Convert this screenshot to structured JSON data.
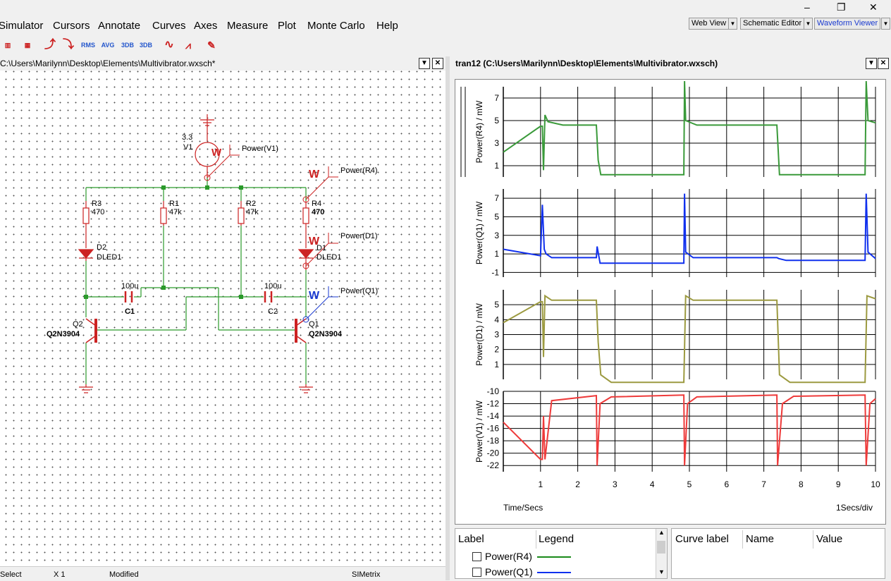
{
  "menu": [
    "Simulator",
    "Cursors",
    "Annotate",
    "Curves",
    "Axes",
    "Measure",
    "Plot",
    "Monte Carlo",
    "Help"
  ],
  "window_controls": [
    "–",
    "❐",
    "✕"
  ],
  "views": {
    "web": "Web View",
    "schematic": "Schematic Editor",
    "waveform": "Waveform Viewer"
  },
  "toolbar": {
    "rms": "RMS",
    "avg": "AVG",
    "db1": "3DB",
    "db2": "3DB"
  },
  "schematic_title": "C:\\Users\\Marilynn\\Desktop\\Elements\\Multivibrator.wxsch*",
  "graph_title": "tran12 (C:\\Users\\Marilynn\\Desktop\\Elements\\Multivibrator.wxsch)",
  "components": {
    "v1_val": "3.3",
    "v1_name": "V1",
    "pv1": "Power(V1)",
    "pr4": "Power(R4)",
    "pd1": "Power(D1)",
    "pq1": "Power(Q1)",
    "r3": "R3",
    "r3v": "470",
    "r1": "R1",
    "r1v": "47k",
    "r2": "R2",
    "r2v": "47k",
    "r4": "R4",
    "r4v": "470",
    "d2": "D2",
    "d2v": "DLED1",
    "d1": "D1",
    "d1v": "DLED1",
    "c1v": "100u",
    "c1": "C1",
    "c2v": "100u",
    "c2": "C2",
    "q2": "Q2",
    "q2v": "Q2N3904",
    "q1": "Q1",
    "q1v": "Q2N3904",
    "w": "W"
  },
  "chart_data": [
    {
      "type": "line",
      "ylabel": "Power(R4) / mW",
      "yticks": [
        "7",
        "5",
        "3",
        "1"
      ],
      "ylim": [
        0,
        8
      ],
      "color": "#3a9a3a",
      "x": [
        0,
        1.0,
        1.05,
        1.08,
        1.12,
        1.2,
        1.6,
        2.5,
        2.55,
        2.62,
        2.8,
        4.85,
        4.87,
        4.9,
        5.2,
        7.35,
        7.42,
        7.6,
        9.72,
        9.75,
        9.8,
        10
      ],
      "values": [
        2.2,
        4.5,
        4.5,
        0.6,
        5.5,
        4.9,
        4.6,
        4.6,
        1.5,
        0.2,
        0.2,
        0.2,
        8.5,
        5.0,
        4.6,
        4.6,
        0.2,
        0.2,
        0.2,
        8.5,
        5.0,
        4.8
      ]
    },
    {
      "type": "line",
      "ylabel": "Power(Q1) / mW",
      "yticks": [
        "7",
        "5",
        "3",
        "1",
        "-1"
      ],
      "ylim": [
        -1.5,
        8
      ],
      "color": "#1030ee",
      "x": [
        0,
        1.0,
        1.05,
        1.1,
        1.15,
        1.3,
        2.5,
        2.52,
        2.6,
        4.85,
        4.87,
        4.9,
        5.1,
        7.35,
        7.4,
        7.6,
        9.72,
        9.75,
        9.8,
        10
      ],
      "values": [
        1.5,
        0.8,
        6.3,
        1.5,
        1.0,
        0.6,
        0.6,
        1.8,
        0.0,
        0.0,
        7.5,
        1.2,
        0.6,
        0.6,
        0.5,
        0.3,
        0.3,
        7.5,
        1.2,
        0.5
      ]
    },
    {
      "type": "line",
      "ylabel": "Power(D1) / mW",
      "yticks": [
        "5",
        "4",
        "3",
        "2",
        "1"
      ],
      "ylim": [
        0,
        6
      ],
      "color": "#9c9a40",
      "x": [
        0,
        1.0,
        1.05,
        1.08,
        1.12,
        1.3,
        2.5,
        2.55,
        2.62,
        2.9,
        4.85,
        4.9,
        5.1,
        7.35,
        7.42,
        7.7,
        9.72,
        9.77,
        10
      ],
      "values": [
        3.8,
        5.2,
        5.2,
        1.5,
        5.6,
        5.3,
        5.3,
        2.5,
        0.3,
        -0.2,
        -0.2,
        5.6,
        5.3,
        5.3,
        0.3,
        -0.2,
        -0.2,
        5.6,
        5.4
      ]
    },
    {
      "type": "line",
      "ylabel": "Power(V1) / mW",
      "yticks": [
        "-10",
        "-12",
        "-14",
        "-16",
        "-18",
        "-20",
        "-22"
      ],
      "ylim": [
        -23,
        -10
      ],
      "color": "#ee3a3a",
      "x": [
        0,
        1.0,
        1.05,
        1.08,
        1.12,
        1.3,
        2.5,
        2.52,
        2.6,
        2.9,
        4.85,
        4.87,
        4.95,
        5.2,
        7.35,
        7.37,
        7.5,
        7.8,
        9.72,
        9.75,
        9.85,
        10
      ],
      "values": [
        -15,
        -21,
        -21,
        -14,
        -21,
        -11.5,
        -10.7,
        -22,
        -12,
        -10.9,
        -10.6,
        -22,
        -12,
        -10.9,
        -10.6,
        -22,
        -12,
        -10.8,
        -10.6,
        -22,
        -12,
        -11.2
      ],
      "xticks": [
        "1",
        "2",
        "3",
        "4",
        "5",
        "6",
        "7",
        "8",
        "9",
        "10"
      ],
      "xlim": [
        0,
        10
      ]
    }
  ],
  "graph_footer": {
    "xlabel": "Time/Secs",
    "scale": "1Secs/div"
  },
  "legend_table": {
    "col1": "Label",
    "col2": "Legend",
    "rows": [
      {
        "label": "Power(R4)",
        "color": "#1a8a1a"
      },
      {
        "label": "Power(Q1)",
        "color": "#1030ee"
      }
    ]
  },
  "cursor_table": {
    "col1": "Curve label",
    "col2": "Name",
    "col3": "Value"
  },
  "status": {
    "mode": "Select",
    "zoom": "X 1",
    "state": "Modified",
    "app": "SIMetrix"
  }
}
